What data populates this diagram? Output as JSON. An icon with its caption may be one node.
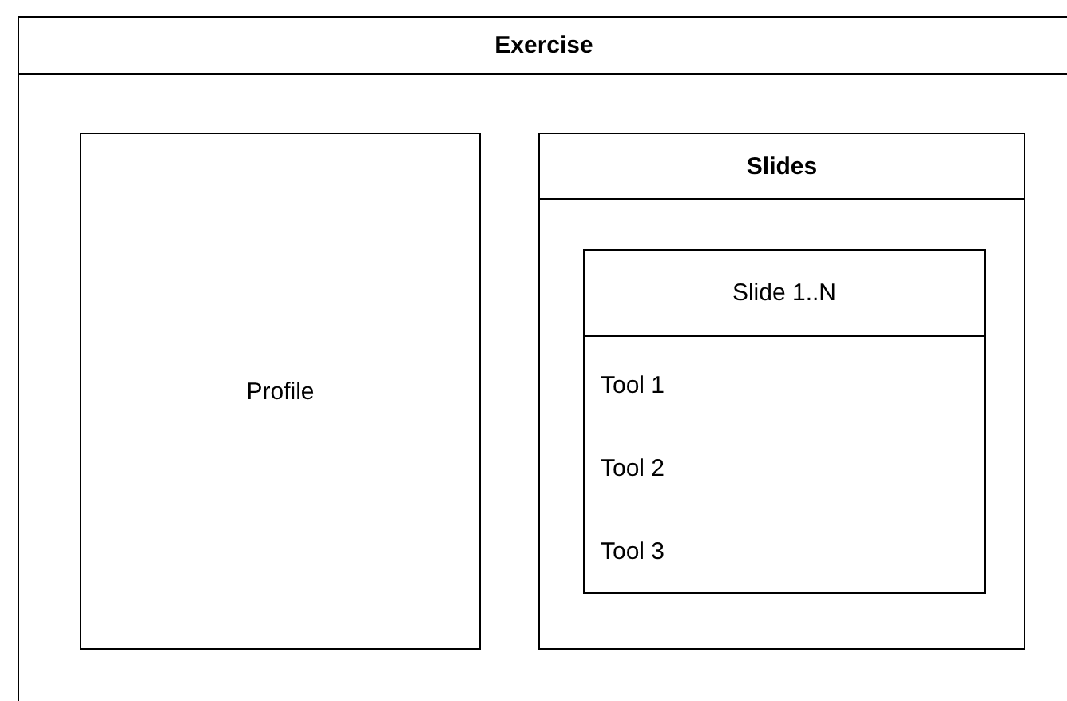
{
  "diagram": {
    "nodes": [
      {
        "text": [
          "Exercise"
        ]
      },
      {
        "text": [
          "Profile"
        ],
        "in": 0
      },
      {
        "text": [
          "Slides"
        ],
        "in": 0
      },
      {
        "text": [
          "Slide 1..N",
          "Tool 1",
          "Tool 2",
          "Tool 3"
        ],
        "in": 2
      }
    ]
  }
}
